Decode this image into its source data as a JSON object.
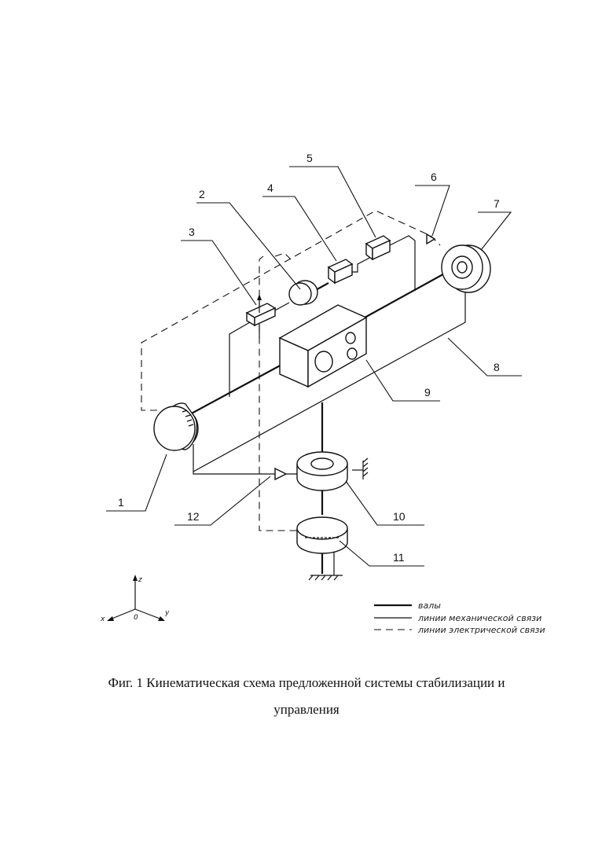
{
  "figure": {
    "labels": [
      "1",
      "2",
      "3",
      "4",
      "5",
      "6",
      "7",
      "8",
      "9",
      "10",
      "11",
      "12"
    ],
    "legend": {
      "shafts": "валы",
      "mechanical": "линии механической связи",
      "electrical": "линии электрической связи"
    },
    "axes": {
      "z": "z",
      "x": "x",
      "y": "y",
      "origin": "0"
    }
  },
  "caption": {
    "line1": "Фиг. 1 Кинематическая схема предложенной системы стабилизации и",
    "line2": "управления"
  }
}
